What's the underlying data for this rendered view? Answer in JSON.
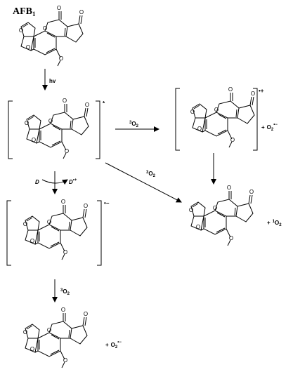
{
  "diagram": {
    "title": "AFB",
    "title_sub": "1",
    "step_hv": "hv",
    "excited_marker": "*",
    "radical_cation_marker": "•+",
    "radical_anion_marker": "•−",
    "reagent_triplet_o2": {
      "sup": "3",
      "main": "O",
      "sub": "2"
    },
    "donor": "D",
    "donor_cation": {
      "main": "D",
      "sup": "•+"
    },
    "superoxide": {
      "plus": "+",
      "main": "O",
      "sub": "2",
      "sup": "•−"
    },
    "singlet_oxygen": {
      "plus": "+",
      "sup": "1",
      "main": "O",
      "sub": "2"
    },
    "atom_O": "O",
    "methoxy_bond_note": ""
  }
}
